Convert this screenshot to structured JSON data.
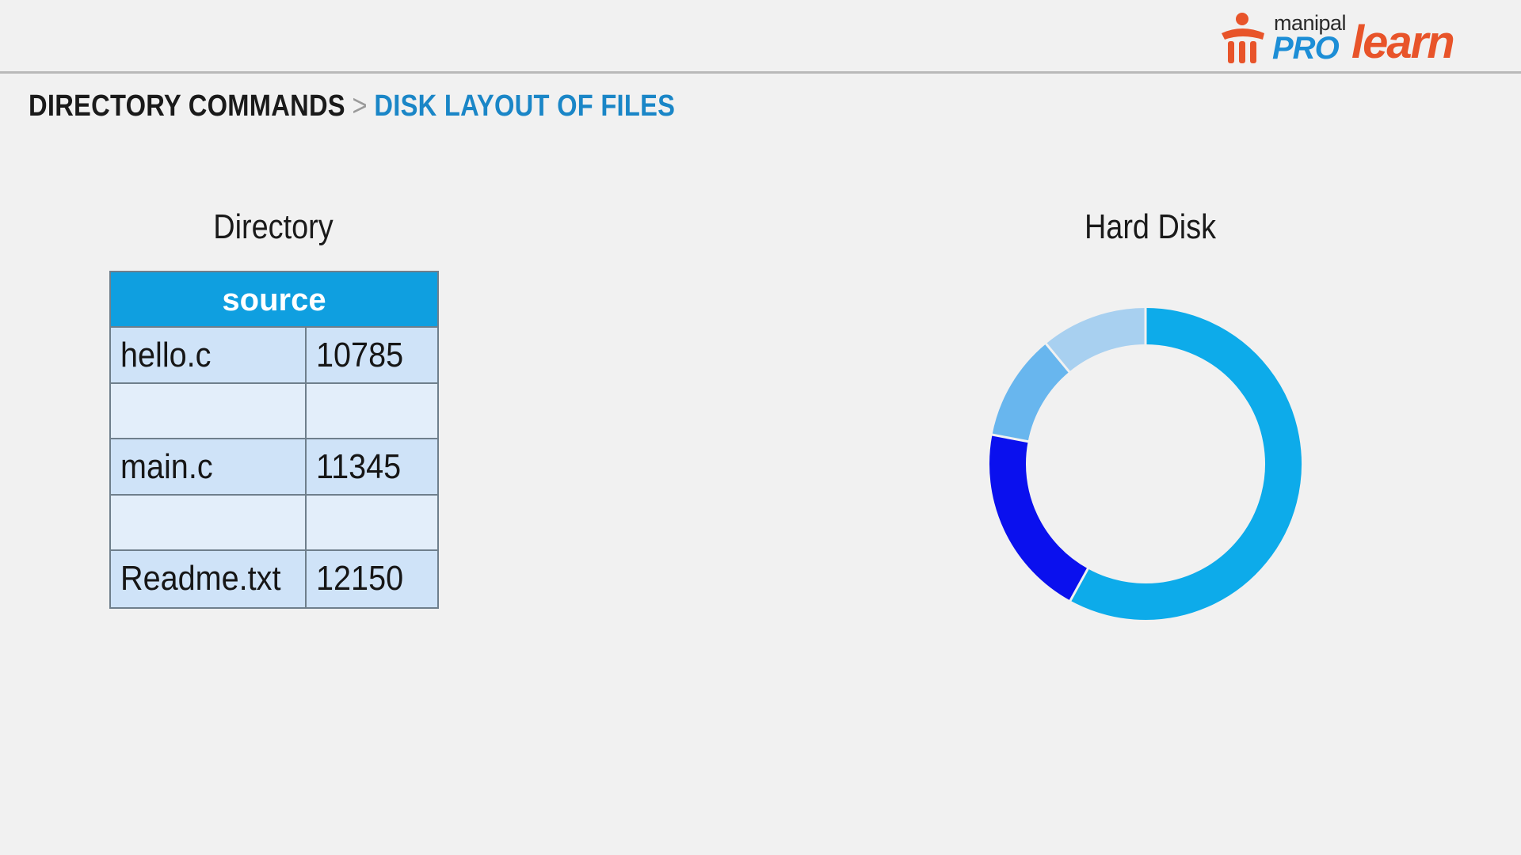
{
  "logo": {
    "small": "manipal",
    "pro": "PRO",
    "learn": "learn"
  },
  "breadcrumb": {
    "parent": "DIRECTORY COMMANDS",
    "separator": ">",
    "current": "DISK LAYOUT OF FILES"
  },
  "directory": {
    "title": "Directory",
    "header": "source",
    "rows": [
      {
        "name": "hello.c",
        "block": "10785"
      },
      {
        "name": "",
        "block": ""
      },
      {
        "name": "main.c",
        "block": "11345"
      },
      {
        "name": "",
        "block": ""
      },
      {
        "name": "Readme.txt",
        "block": "12150"
      }
    ]
  },
  "disk": {
    "title": "Hard Disk",
    "segments": [
      {
        "fraction": 0.58,
        "color": "#0dabea"
      },
      {
        "fraction": 0.2,
        "color": "#0a10ee"
      },
      {
        "fraction": 0.11,
        "color": "#68b6ee"
      },
      {
        "fraction": 0.11,
        "color": "#a8d0f0"
      }
    ],
    "colors": {
      "accent": "#1a86c7",
      "header": "#0f9fe0"
    }
  }
}
